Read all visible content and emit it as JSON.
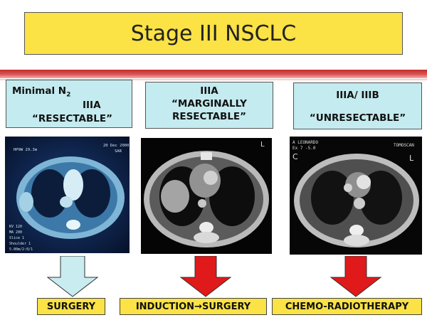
{
  "title": "Stage III NSCLC",
  "columns": [
    {
      "label_line1": "Minimal N",
      "label_sub": "2",
      "label_line2": "IIIA",
      "label_line3": "“RESECTABLE”",
      "outcome": "SURGERY",
      "arrow_color": "#c8ecef",
      "scan_text": [
        "HP0W 29.3m",
        "20 Dec 2000",
        "SAR",
        "KV 120",
        "MA 200",
        "Slice 1",
        "Shoulder 1",
        "5.00m/2:0/1"
      ]
    },
    {
      "label_line1": "IIIA",
      "label_line2": "“MARGINALLY",
      "label_line3": "RESECTABLE”",
      "outcome_prefix": "INDUCTION",
      "outcome_arrow": "→",
      "outcome_suffix": "SURGERY",
      "arrow_color": "#e0191b",
      "scan_text": [
        "L"
      ]
    },
    {
      "label_line1": "IIIA/ IIIB",
      "label_line2": "“UNRESECTABLE”",
      "outcome": "CHEMO-RADIOTHERAPY",
      "arrow_color": "#e0191b",
      "scan_text": [
        "A LEONARDO",
        "Ex 7 -5.0",
        "C",
        "TOMOSCAN",
        "L"
      ]
    }
  ],
  "colors": {
    "title_fill": "#fbe245",
    "label_fill": "#c4ebef",
    "divider": "#c12d2d",
    "outcome_fill": "#fbe245"
  },
  "icons": [
    "down-arrow-icon"
  ]
}
